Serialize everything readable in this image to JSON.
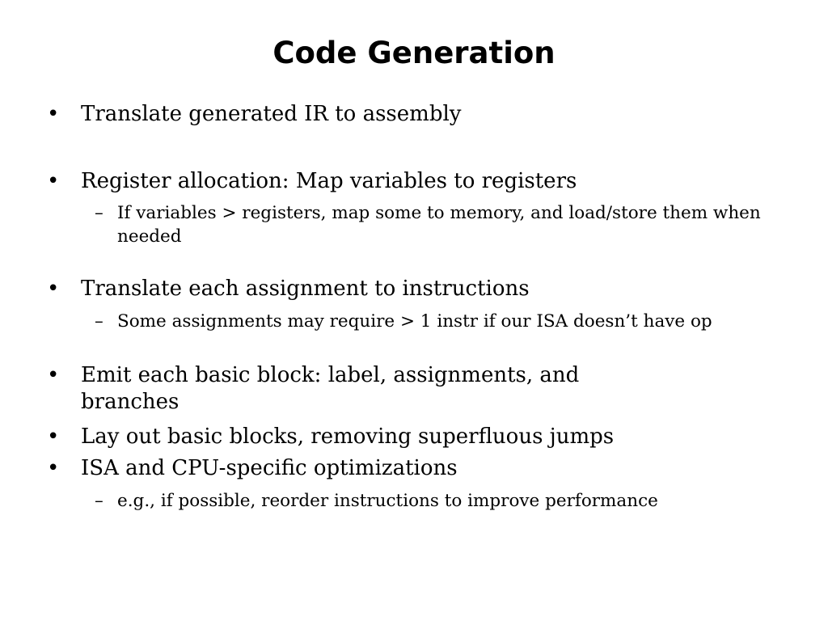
{
  "slide": {
    "title": "Code Generation",
    "bullets": [
      {
        "text": "Translate generated IR to assembly"
      },
      {
        "text": "Register allocation: Map variables to registers",
        "sub": [
          "If variables > registers, map some to memory, and load/store them when needed"
        ]
      },
      {
        "text": "Translate each assignment to instructions",
        "sub": [
          "Some assignments may require > 1 instr if our ISA doesn’t have op"
        ]
      },
      {
        "text": "Emit each basic block: label, assignments, and branches"
      },
      {
        "text": "Lay out basic blocks, removing superfluous jumps"
      },
      {
        "text": "ISA and CPU-specific optimizations",
        "sub": [
          "e.g., if possible, reorder instructions to improve performance"
        ]
      }
    ],
    "bullet_glyph": "•",
    "sub_bullet_glyph": "–"
  }
}
